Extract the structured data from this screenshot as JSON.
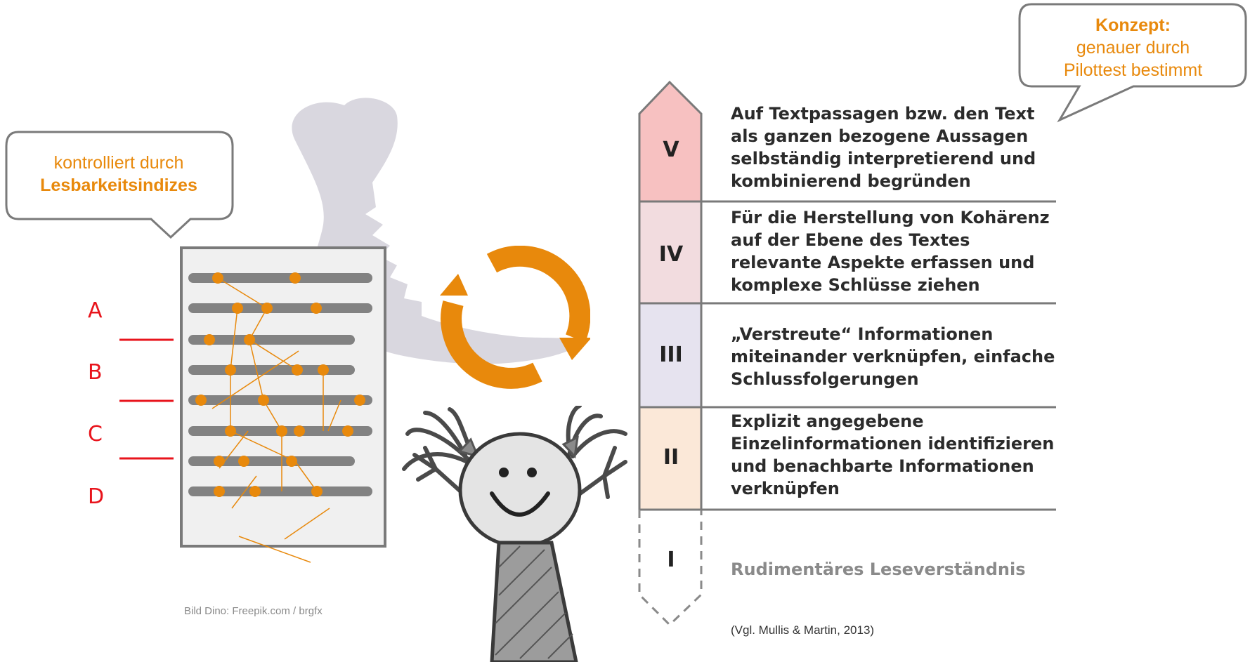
{
  "callout_right": {
    "line1": "Konzept:",
    "line2": "genauer durch",
    "line3": "Pilottest bestimmt"
  },
  "callout_left": {
    "line1": "kontrolliert durch",
    "line2": "Lesbarkeitsindizes"
  },
  "segment_labels": [
    "A",
    "B",
    "C",
    "D"
  ],
  "levels": [
    {
      "roman": "V",
      "lines": [
        "Auf Textpassagen bzw. den Text",
        "als ganzen bezogene Aussagen",
        "selbständig interpretierend und",
        "kombinierend begründen"
      ],
      "color": "#f7c1c1"
    },
    {
      "roman": "IV",
      "lines": [
        "Für die Herstellung von Kohärenz",
        "auf der Ebene des Textes",
        "relevante Aspekte erfassen und",
        "komplexe Schlüsse ziehen"
      ],
      "color": "#f2dcdf"
    },
    {
      "roman": "III",
      "lines": [
        "„Verstreute“ Informationen",
        "miteinander verknüpfen, einfache",
        "Schlussfolgerungen"
      ],
      "color": "#e6e3ef"
    },
    {
      "roman": "II",
      "lines": [
        "Explizit angegebene",
        "Einzelinformationen identifizieren",
        "und benachbarte Informationen",
        "verknüpfen"
      ],
      "color": "#fbe8d8"
    },
    {
      "roman": "I",
      "lines": [
        "Rudimentäres Leseverständnis"
      ],
      "color": "#ffffff"
    }
  ],
  "credit": "Bild Dino: Freepik.com / brgfx",
  "citation": "(Vgl. Mullis & Martin, 2013)",
  "colors": {
    "accent": "#e8890c",
    "marker": "#e8141c",
    "frame": "#7a7a7a"
  }
}
